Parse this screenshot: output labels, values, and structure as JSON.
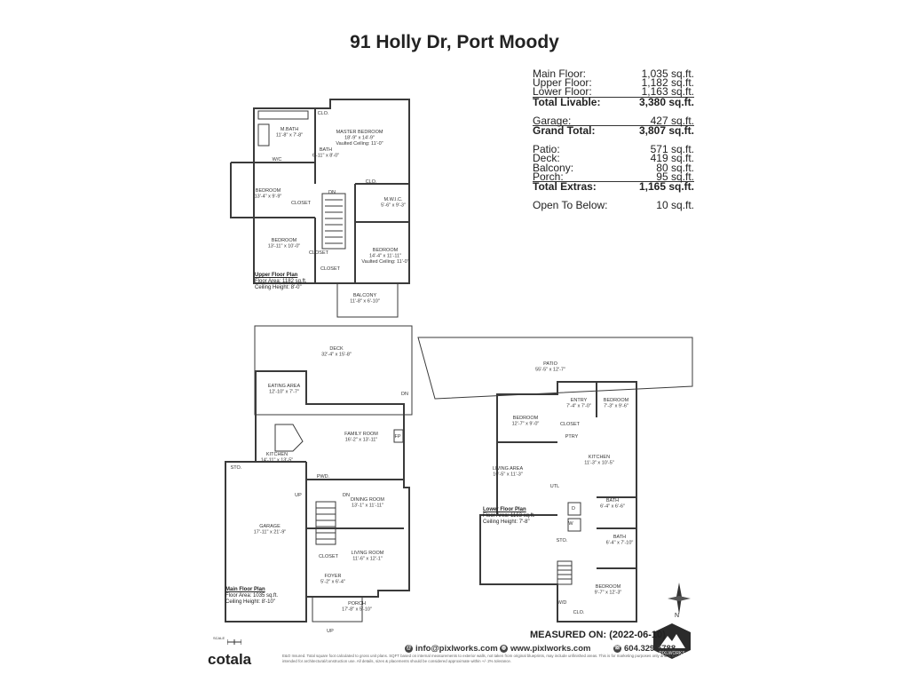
{
  "title": "91 Holly Dr, Port Moody",
  "area_table": [
    {
      "label": "Main Floor:",
      "value": "1,035 sq.ft.",
      "style": "normal"
    },
    {
      "label": "Upper Floor:",
      "value": "1,182 sq.ft.",
      "style": "normal"
    },
    {
      "label": "Lower Floor:",
      "value": "1,163 sq.ft.",
      "style": "normal"
    },
    {
      "label": "Total Livable:",
      "value": "3,380 sq.ft.",
      "style": "total"
    },
    {
      "label": "Garage:",
      "value": "427 sq.ft.",
      "style": "gap"
    },
    {
      "label": "Grand Total:",
      "value": "3,807 sq.ft.",
      "style": "total"
    },
    {
      "label": "Patio:",
      "value": "571 sq.ft.",
      "style": "gap"
    },
    {
      "label": "Deck:",
      "value": "419 sq.ft.",
      "style": "normal"
    },
    {
      "label": "Balcony:",
      "value": "80 sq.ft.",
      "style": "normal"
    },
    {
      "label": "Porch:",
      "value": "95 sq.ft.",
      "style": "normal"
    },
    {
      "label": "Total Extras:",
      "value": "1,165 sq.ft.",
      "style": "total"
    },
    {
      "label": "Open To Below:",
      "value": "10 sq.ft.",
      "style": "gap"
    }
  ],
  "upper_floor": {
    "title": "Upper Floor Plan",
    "area": "Floor Area: 1182 sq.ft.",
    "ceiling": "Ceiling Height: 8'-0\"",
    "rooms": {
      "mbath": [
        "M.BATH",
        "11'-8\" x 7'-8\""
      ],
      "master": [
        "MASTER BEDROOM",
        "18'-9\" x 14'-9\"",
        "Vaulted Ceiling: 11'-0\""
      ],
      "bath": [
        "BATH",
        "6'-11\" x 8'-0\""
      ],
      "wic": [
        "W/C"
      ],
      "clo1": [
        "CLO."
      ],
      "clo2": [
        "CLO."
      ],
      "bed1": [
        "BEDROOM",
        "13'-4\" x 9'-9\""
      ],
      "closet1": [
        "CLOSET"
      ],
      "dn": [
        "DN"
      ],
      "mwic": [
        "M.W.I.C.",
        "5'-6\" x 9'-3\""
      ],
      "bed2": [
        "BEDROOM",
        "13'-11\" x 10'-0\""
      ],
      "closet2": [
        "CLOSET"
      ],
      "closet3": [
        "CLOSET"
      ],
      "bed3": [
        "BEDROOM",
        "14'-4\" x 11'-11\"",
        "Vaulted Ceiling: 11'-0\""
      ],
      "balcony": [
        "BALCONY",
        "11'-8\" x 6'-10\""
      ]
    }
  },
  "main_floor": {
    "title": "Main Floor Plan",
    "area": "Floor Area: 1035 sq.ft.",
    "ceiling": "Ceiling Height: 8'-10\"",
    "rooms": {
      "deck": [
        "DECK",
        "32'-4\" x 15'-8\""
      ],
      "eating": [
        "EATING AREA",
        "12'-10\" x 7'-7\""
      ],
      "dn": [
        "DN"
      ],
      "family": [
        "FAMILY ROOM",
        "16'-2\" x 13'-11\""
      ],
      "fp": [
        "FP"
      ],
      "kitchen": [
        "KITCHEN",
        "14'-11\" x 13'-5\""
      ],
      "sto": [
        "STO."
      ],
      "pwd": [
        "PWD."
      ],
      "up": [
        "UP"
      ],
      "dn2": [
        "DN"
      ],
      "dining": [
        "DINING ROOM",
        "13'-1\" x 11'-11\""
      ],
      "garage": [
        "GARAGE",
        "17'-11\" x 21'-9\""
      ],
      "living": [
        "LIVING ROOM",
        "11'-6\" x 12'-1\""
      ],
      "closet": [
        "CLOSET"
      ],
      "foyer": [
        "FOYER",
        "5'-2\" x 6'-4\""
      ],
      "porch": [
        "PORCH",
        "17'-8\" x 5'-10\""
      ],
      "up2": [
        "UP"
      ]
    }
  },
  "lower_floor": {
    "title": "Lower Floor Plan",
    "area": "Floor Area: 1163 sq.ft.",
    "ceiling": "Ceiling Height: 7'-8\"",
    "rooms": {
      "patio": [
        "PATIO",
        "55'-5\" x 12'-7\""
      ],
      "entry": [
        "ENTRY",
        "7'-4\" x 7'-0\""
      ],
      "bed1": [
        "BEDROOM",
        "7'-3\" x 9'-6\""
      ],
      "bed2": [
        "BEDROOM",
        "12'-7\" x 9'-0\""
      ],
      "closet": [
        "CLOSET"
      ],
      "ptry": [
        "PTRY"
      ],
      "living": [
        "LIVING AREA",
        "10'-5\" x 11'-3\""
      ],
      "kitchen": [
        "KITCHEN",
        "11'-3\" x 10'-5\""
      ],
      "utl": [
        "UTL"
      ],
      "bath1": [
        "BATH",
        "6'-4\" x 6'-6\""
      ],
      "d": [
        "D"
      ],
      "w": [
        "W"
      ],
      "sto": [
        "STO."
      ],
      "bath2": [
        "BATH",
        "6'-4\" x 7'-10\""
      ],
      "bed3": [
        "BEDROOM",
        "9'-7\" x 12'-3\""
      ],
      "wd": [
        "W/D"
      ],
      "clo": [
        "CLO."
      ]
    }
  },
  "measured": "MEASURED ON: (2022-06-10)",
  "contact": {
    "email": "info@pixlworks.com",
    "web": "www.pixlworks.com",
    "phone": "604.329.5788"
  },
  "disclaimer": "E&O Insured. Total square foot calculated to gross unit plans. SQFT based on internal measurements to exterior walls, not taken from original blueprints, may include unfinished areas. This is for marketing purposes only and is not intended for architectural/construction use. All details, sizes & placements should be considered approximate within +/- 2% tolerance.",
  "brand": "cotala",
  "badge": "PIXLWORKS",
  "north": "N",
  "scale": "SCALE",
  "colors": {
    "line": "#3a3a3a",
    "text": "#222222"
  }
}
